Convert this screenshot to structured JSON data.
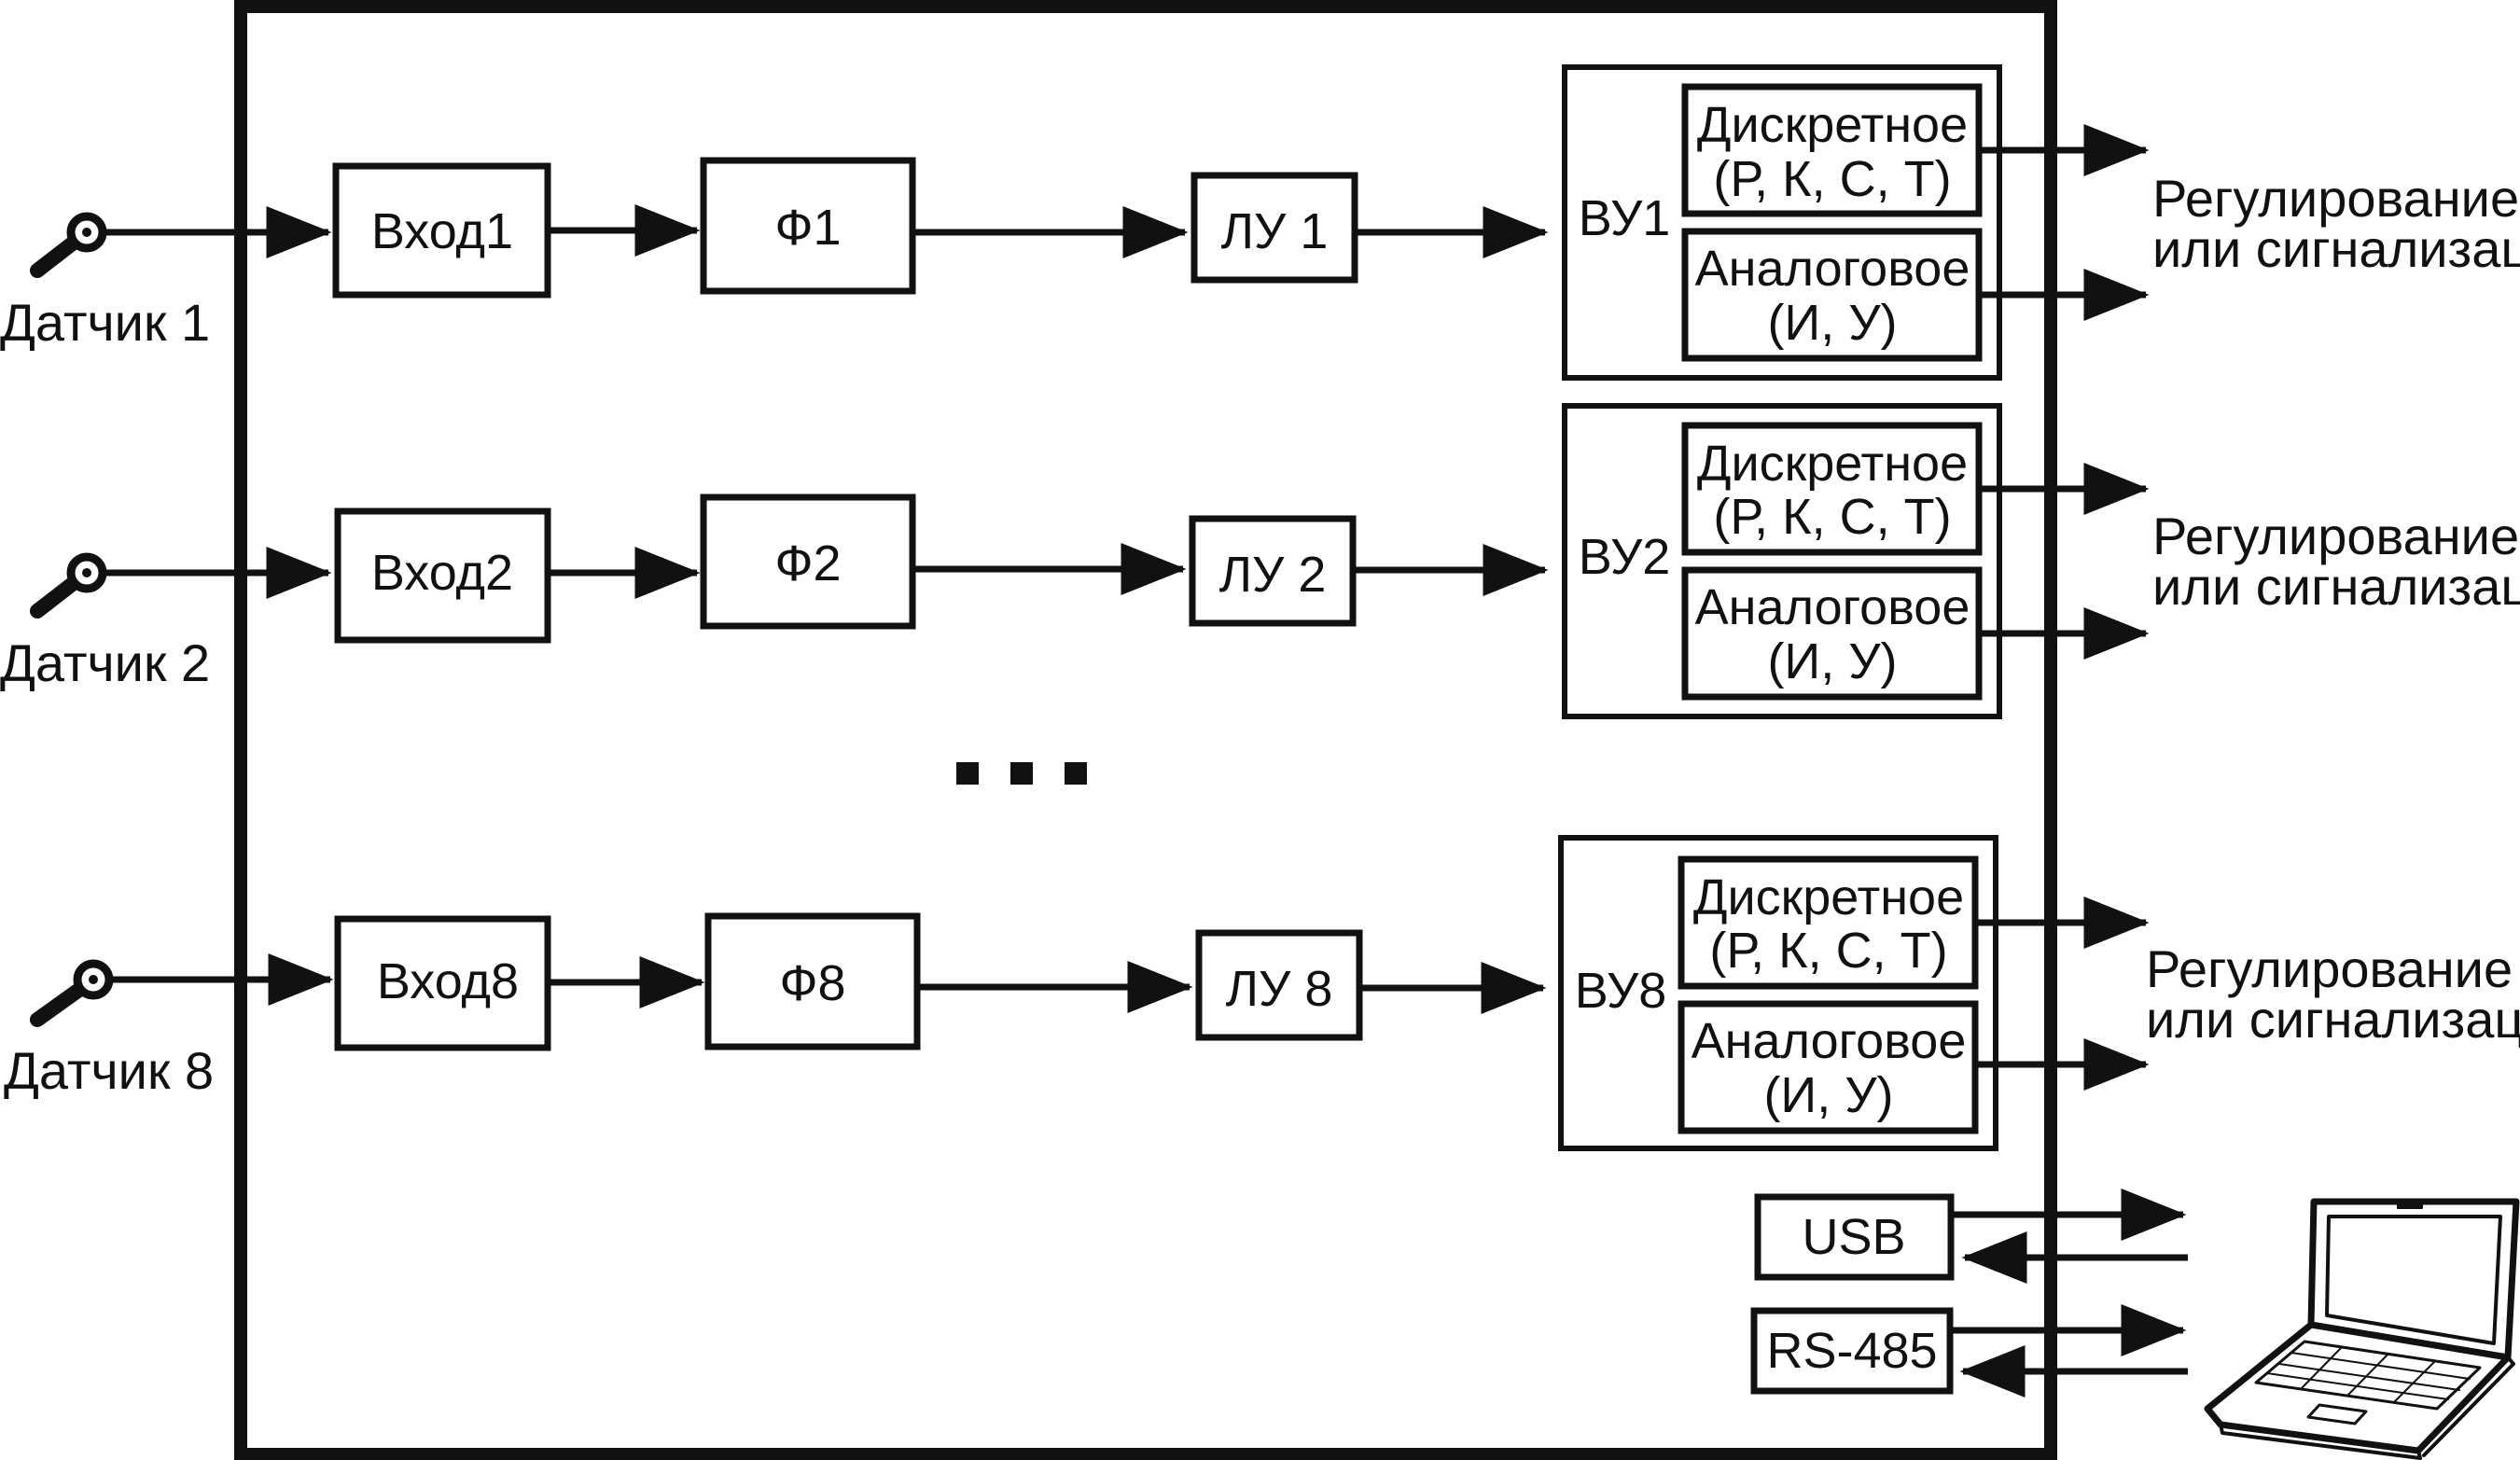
{
  "channels": [
    {
      "sensor": "Датчик 1",
      "input": "Вход1",
      "filter": "Ф1",
      "logic": "ЛУ 1",
      "output_unit": "ВУ1",
      "discrete_title": "Дискретное",
      "discrete_types": "(Р, К, С, Т)",
      "analog_title": "Аналоговое",
      "analog_types": "(И, У)",
      "outcome_line1": "Регулирование",
      "outcome_line2": "или сигнализация"
    },
    {
      "sensor": "Датчик 2",
      "input": "Вход2",
      "filter": "Ф2",
      "logic": "ЛУ 2",
      "output_unit": "ВУ2",
      "discrete_title": "Дискретное",
      "discrete_types": "(Р, К, С, Т)",
      "analog_title": "Аналоговое",
      "analog_types": "(И, У)",
      "outcome_line1": "Регулирование",
      "outcome_line2": "или сигнализация"
    },
    {
      "sensor": "Датчик 8",
      "input": "Вход8",
      "filter": "Ф8",
      "logic": "ЛУ 8",
      "output_unit": "ВУ8",
      "discrete_title": "Дискретное",
      "discrete_types": "(Р, К, С, Т)",
      "analog_title": "Аналоговое",
      "analog_types": "(И, У)",
      "outcome_line1": "Регулирование",
      "outcome_line2": "или сигнализация"
    }
  ],
  "interfaces": {
    "usb": "USB",
    "rs485": "RS-485"
  },
  "icons": {
    "sensor": "sensor-probe-icon",
    "computer": "laptop-icon",
    "ellipsis": "ellipsis-dots"
  }
}
